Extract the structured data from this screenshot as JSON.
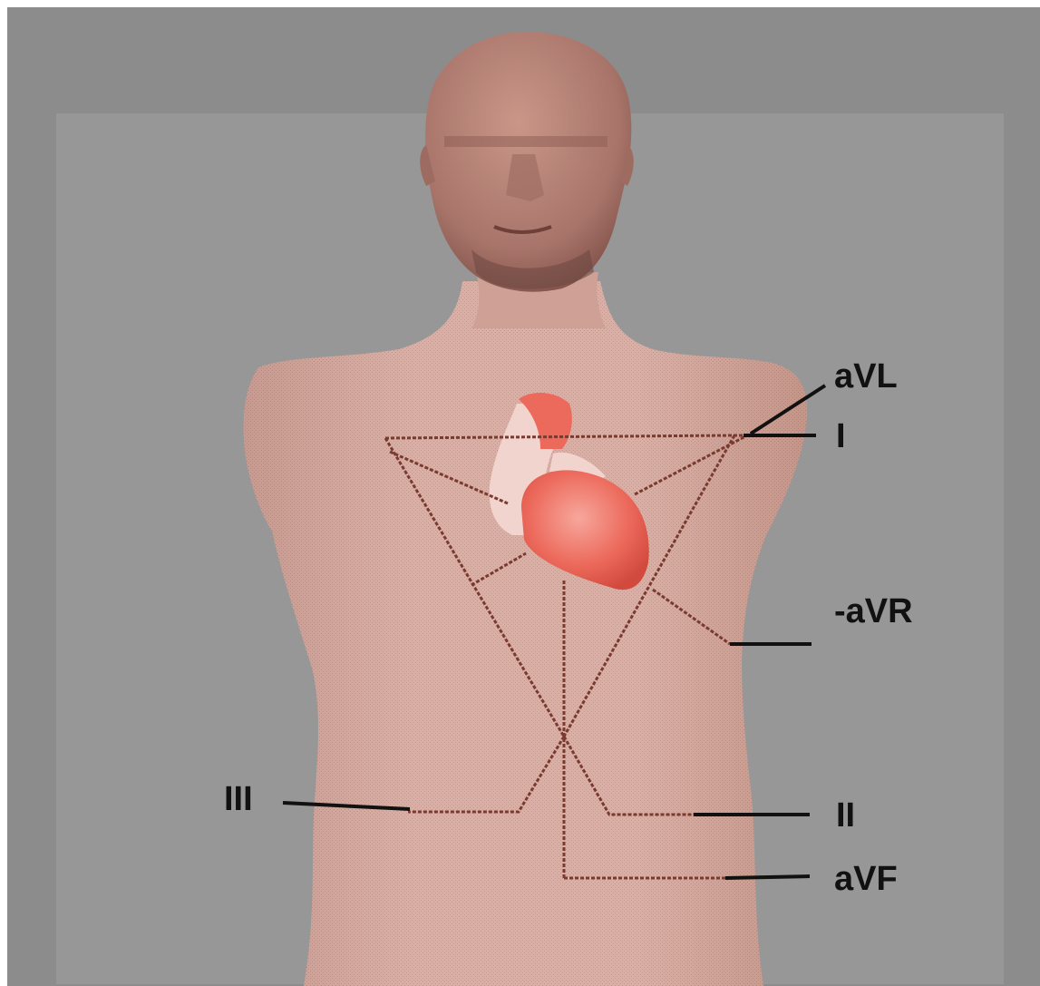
{
  "diagram": {
    "type": "einthoven-triangle-ecg-leads",
    "leads": {
      "avl": "aVL",
      "i": "I",
      "neg_avr": "-aVR",
      "iii": "III",
      "ii": "II",
      "avf": "aVF"
    }
  },
  "colors": {
    "page": "#ffffff",
    "wall_back": "#8c8c8c",
    "wall_front": "#979797",
    "skin": "#d8aca2",
    "skin_shadow": "#b88a80",
    "head": "#b57f73",
    "heart": "#ec6a5c",
    "heart_vessel": "#f0d0cc",
    "triangle": "#7a3a30",
    "label": "#111111"
  }
}
